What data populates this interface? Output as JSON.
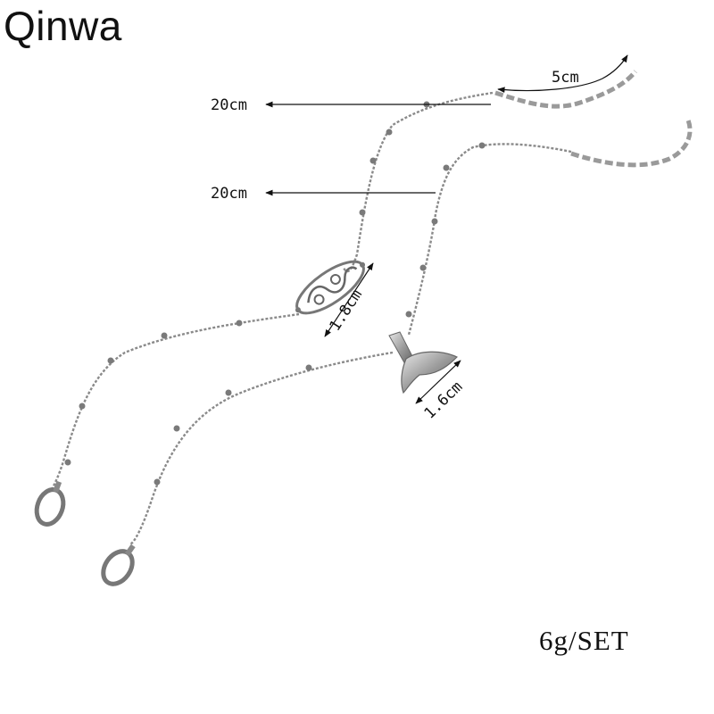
{
  "brand": {
    "name": "Qinwa"
  },
  "product": {
    "weight_label": "6g/SET"
  },
  "dimensions": {
    "extender_length": "5cm",
    "chain_a_length": "20cm",
    "chain_b_length": "20cm",
    "filigree_charm_size": "1.8cm",
    "whale_tail_charm_size": "1.6cm"
  },
  "colors": {
    "silver": "#9a9a9a",
    "silver_dark": "#5a5a5a",
    "text": "#111111",
    "background": "#ffffff"
  },
  "icons": {
    "filigree_charm": "filigree-charm-icon",
    "whale_tail_charm": "whale-tail-icon",
    "lobster_clasp": "lobster-clasp-icon"
  }
}
